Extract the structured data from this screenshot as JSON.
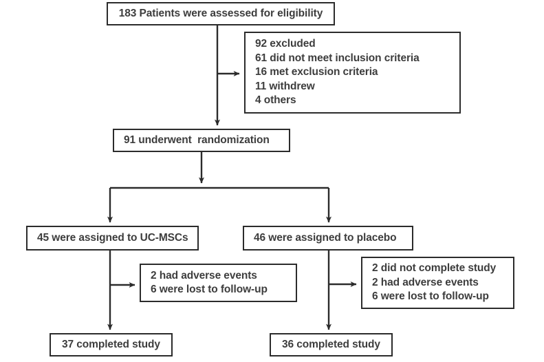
{
  "diagram": {
    "type": "consort-flow-diagram",
    "title": "CONSORT patient flow diagram",
    "stroke_color": "#2b2b2b",
    "text_color": "#3d3d3d",
    "background_color": "#ffffff"
  },
  "nodes": {
    "enrollment": {
      "lines": [
        "183 Patients were assessed for eligibility"
      ],
      "count": 183
    },
    "excluded": {
      "lines": [
        "92 excluded",
        "61 did not meet inclusion criteria",
        "16 met exclusion criteria",
        "11 withdrew",
        "4 others"
      ],
      "count": 92,
      "reasons": [
        {
          "label": "did not meet inclusion criteria",
          "count": 61
        },
        {
          "label": "met exclusion criteria",
          "count": 16
        },
        {
          "label": "withdrew",
          "count": 11
        },
        {
          "label": "others",
          "count": 4
        }
      ]
    },
    "randomized": {
      "lines": [
        "91 underwent  randomization"
      ],
      "count": 91
    },
    "allocation_left": {
      "lines": [
        "45 were assigned to UC-MSCs"
      ],
      "count": 45,
      "arm": "UC-MSCs"
    },
    "allocation_right": {
      "lines": [
        "46 were assigned to placebo"
      ],
      "count": 46,
      "arm": "placebo"
    },
    "followup_left": {
      "lines": [
        "2 had adverse events",
        "6 were lost to follow-up"
      ],
      "items": [
        {
          "label": "had adverse events",
          "count": 2
        },
        {
          "label": "were lost to follow-up",
          "count": 6
        }
      ]
    },
    "followup_right": {
      "lines": [
        "2 did not complete study",
        "2 had adverse events",
        "6 were lost to follow-up"
      ],
      "items": [
        {
          "label": "did not complete study",
          "count": 2
        },
        {
          "label": "had adverse events",
          "count": 2
        },
        {
          "label": "were lost to follow-up",
          "count": 6
        }
      ]
    },
    "completed_left": {
      "lines": [
        "37 completed study"
      ],
      "count": 37
    },
    "completed_right": {
      "lines": [
        "36 completed study"
      ],
      "count": 36
    }
  }
}
